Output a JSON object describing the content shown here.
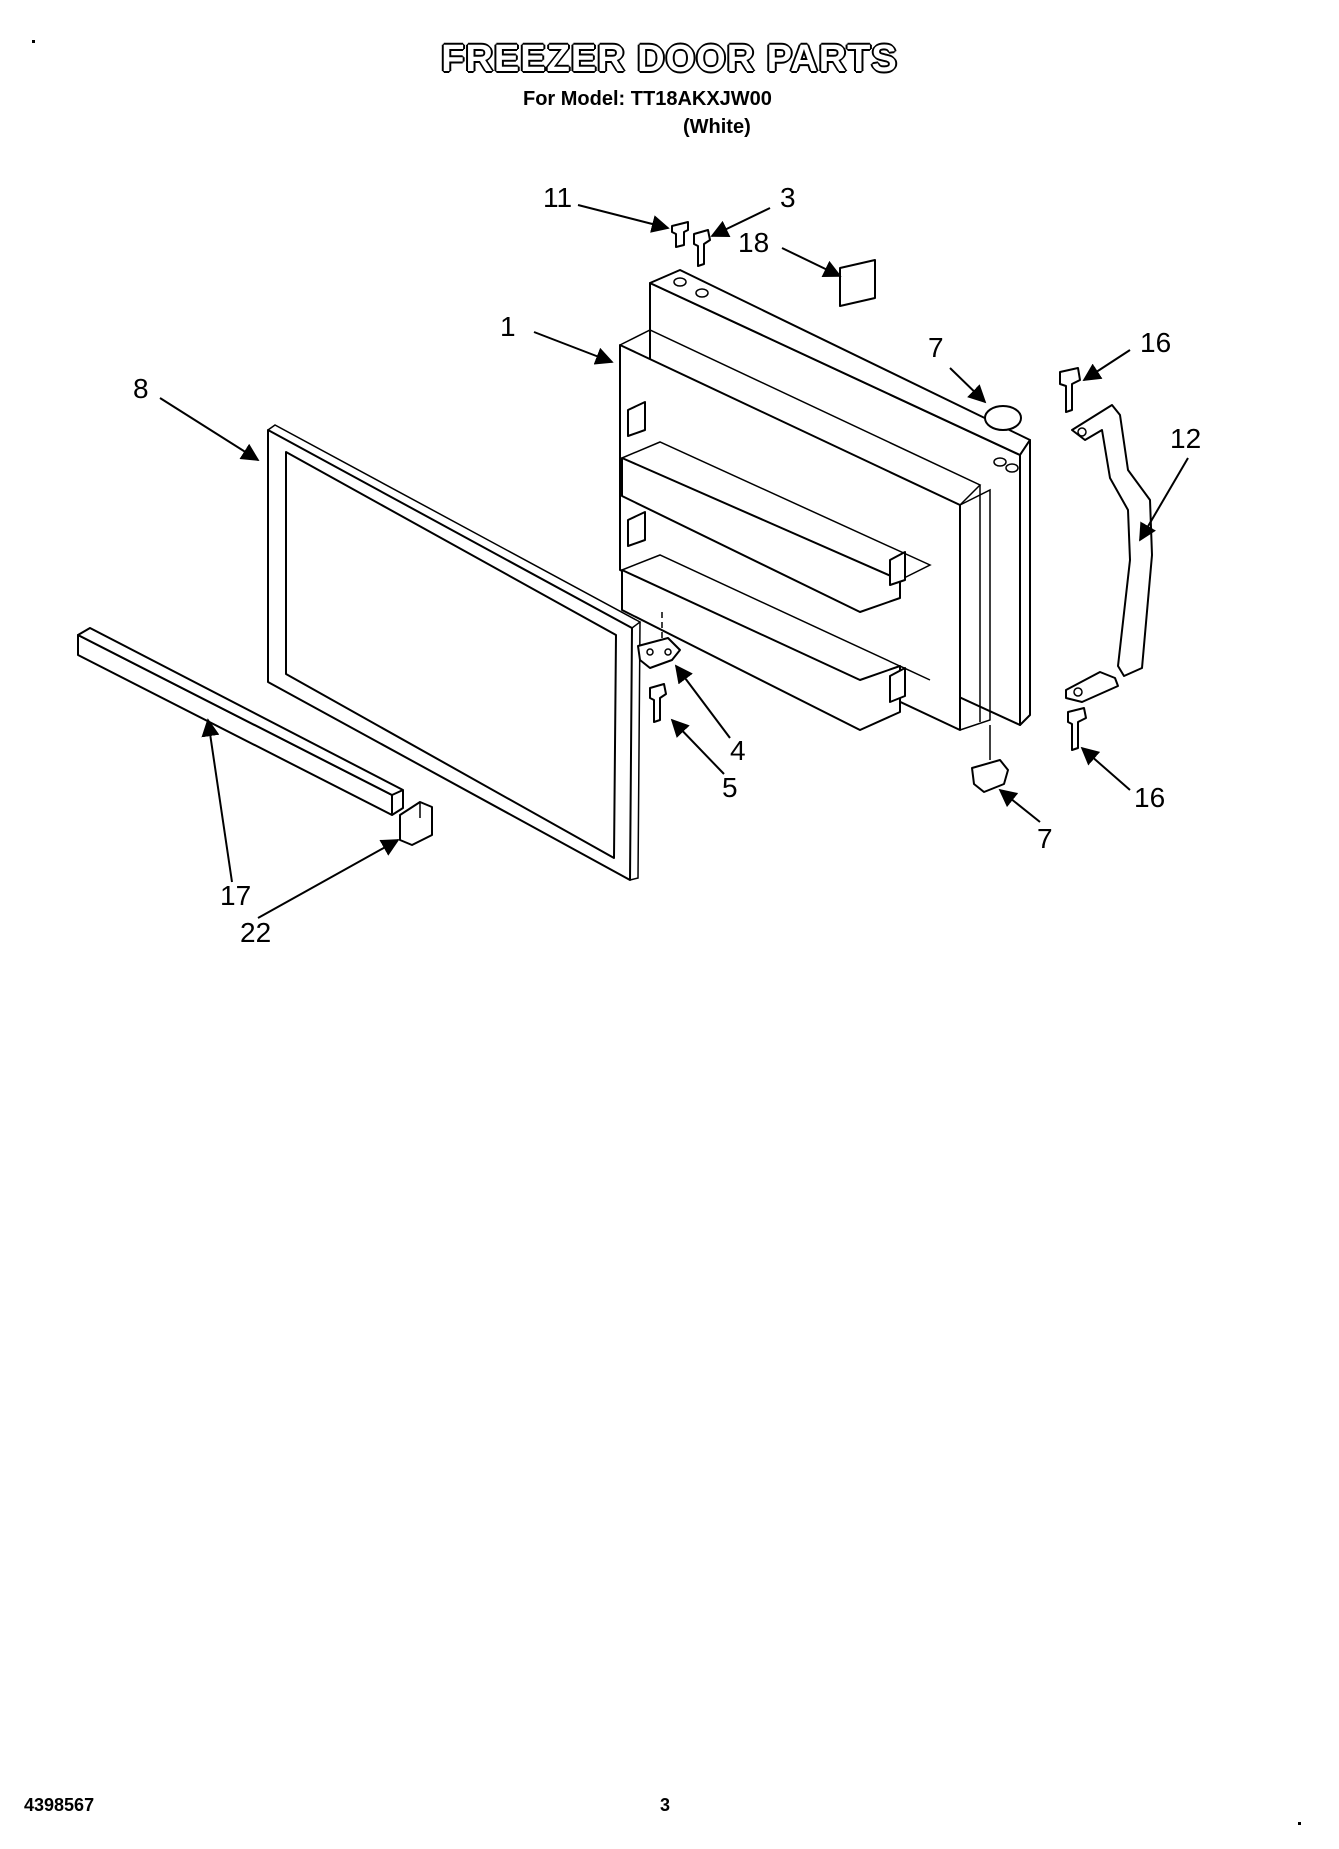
{
  "header": {
    "title": "FREEZER DOOR PARTS",
    "model_line": "For Model: TT18AKXJW00",
    "color_line": "(White)"
  },
  "footer": {
    "doc_number": "4398567",
    "page_number": "3"
  },
  "callouts": [
    {
      "id": "11",
      "text": "11"
    },
    {
      "id": "3",
      "text": "3"
    },
    {
      "id": "18",
      "text": "18"
    },
    {
      "id": "1",
      "text": "1"
    },
    {
      "id": "7a",
      "text": "7"
    },
    {
      "id": "16a",
      "text": "16"
    },
    {
      "id": "8",
      "text": "8"
    },
    {
      "id": "12",
      "text": "12"
    },
    {
      "id": "4",
      "text": "4"
    },
    {
      "id": "5",
      "text": "5"
    },
    {
      "id": "16b",
      "text": "16"
    },
    {
      "id": "7b",
      "text": "7"
    },
    {
      "id": "17",
      "text": "17"
    },
    {
      "id": "22",
      "text": "22"
    }
  ]
}
